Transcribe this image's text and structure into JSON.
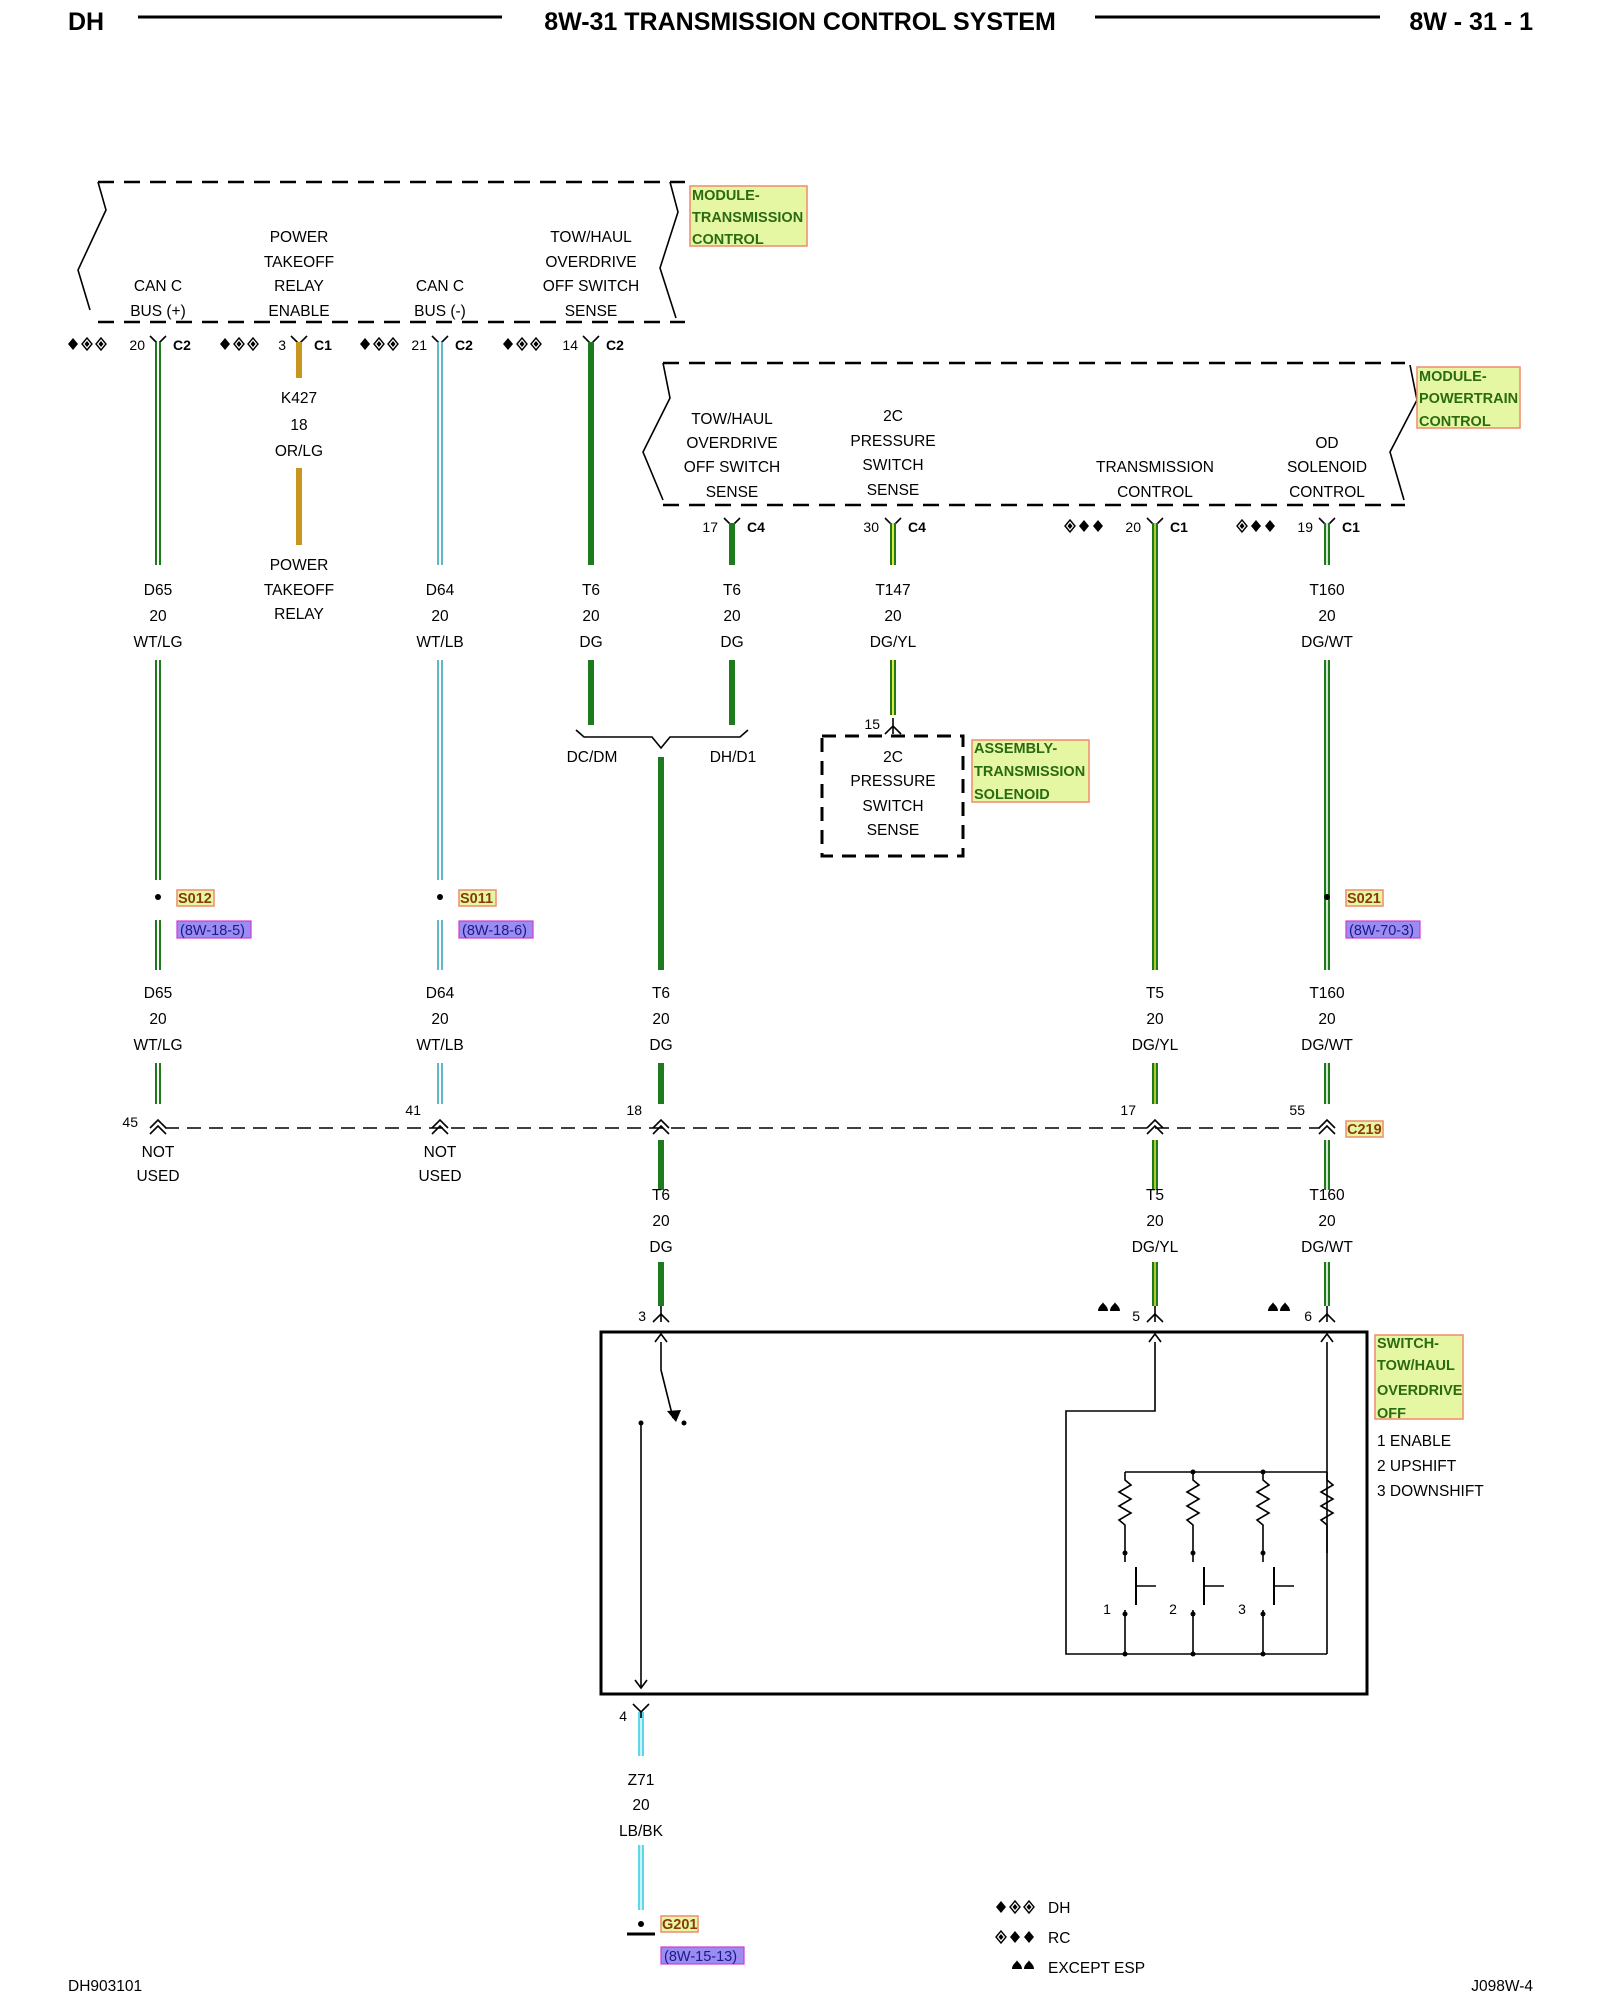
{
  "header": {
    "left": "DH",
    "title": "8W-31 TRANSMISSION CONTROL SYSTEM",
    "right": "8W - 31 - 1"
  },
  "modules": {
    "tcm": {
      "name": "MODULE-\nTRANSMISSION\nCONTROL",
      "name_lines": [
        "MODULE-",
        "TRANSMISSION",
        "CONTROL"
      ],
      "functions": [
        {
          "lines": [
            "CAN C",
            "BUS (+)"
          ],
          "pin": "20",
          "connector": "C2"
        },
        {
          "lines": [
            "POWER",
            "TAKEOFF",
            "RELAY",
            "ENABLE"
          ],
          "pin": "3",
          "connector": "C1"
        },
        {
          "lines": [
            "CAN C",
            "BUS (-)"
          ],
          "pin": "21",
          "connector": "C2"
        },
        {
          "lines": [
            "TOW/HAUL",
            "OVERDRIVE",
            "OFF SWITCH",
            "SENSE"
          ],
          "pin": "14",
          "connector": "C2"
        }
      ]
    },
    "pcm": {
      "name_lines": [
        "MODULE-",
        "POWERTRAIN",
        "CONTROL"
      ],
      "functions": [
        {
          "lines": [
            "TOW/HAUL",
            "OVERDRIVE",
            "OFF SWITCH",
            "SENSE"
          ],
          "pin": "17",
          "connector": "C4"
        },
        {
          "lines": [
            "2C",
            "PRESSURE",
            "SWITCH",
            "SENSE"
          ],
          "pin": "30",
          "connector": "C4"
        },
        {
          "lines": [
            "TRANSMISSION",
            "CONTROL"
          ],
          "pin": "20",
          "connector": "C1"
        },
        {
          "lines": [
            "OD",
            "SOLENOID",
            "CONTROL"
          ],
          "pin": "19",
          "connector": "C1"
        }
      ]
    },
    "solenoid": {
      "name_lines": [
        "ASSEMBLY-",
        "TRANSMISSION",
        "SOLENOID"
      ],
      "pin": "15",
      "lines": [
        "2C",
        "PRESSURE",
        "SWITCH",
        "SENSE"
      ]
    },
    "switch": {
      "name_lines": [
        "SWITCH-",
        "TOW/HAUL",
        "OVERDRIVE",
        "OFF"
      ],
      "legend": [
        "1 ENABLE",
        "2 UPSHIFT",
        "3 DOWNSHIFT"
      ],
      "pins": [
        "3",
        "5",
        "6",
        "4"
      ],
      "button_labels": [
        "1",
        "2",
        "3"
      ]
    }
  },
  "wires": {
    "d65_top": [
      "D65",
      "20",
      "WT/LG"
    ],
    "k427": [
      "K427",
      "18",
      "OR/LG"
    ],
    "relay": [
      "POWER",
      "TAKEOFF",
      "RELAY"
    ],
    "d64_top": [
      "D64",
      "20",
      "WT/LB"
    ],
    "t6_a": [
      "T6",
      "20",
      "DG"
    ],
    "t6_b": [
      "T6",
      "20",
      "DG"
    ],
    "t147": [
      "T147",
      "20",
      "DG/YL"
    ],
    "t160_top": [
      "T160",
      "20",
      "DG/WT"
    ],
    "d65_mid": [
      "D65",
      "20",
      "WT/LG"
    ],
    "d64_mid": [
      "D64",
      "20",
      "WT/LB"
    ],
    "t6_mid": [
      "T6",
      "20",
      "DG"
    ],
    "t5_mid": [
      "T5",
      "20",
      "DG/YL"
    ],
    "t160_mid": [
      "T160",
      "20",
      "DG/WT"
    ],
    "t6_bot": [
      "T6",
      "20",
      "DG"
    ],
    "t5_bot": [
      "T5",
      "20",
      "DG/YL"
    ],
    "t160_bot": [
      "T160",
      "20",
      "DG/WT"
    ],
    "z71": [
      "Z71",
      "20",
      "LB/BK"
    ]
  },
  "splice": {
    "left": "DC/DM",
    "right": "DH/D1"
  },
  "splices": [
    {
      "id": "S012",
      "ref": "(8W-18-5)"
    },
    {
      "id": "S011",
      "ref": "(8W-18-6)"
    },
    {
      "id": "S021",
      "ref": "(8W-70-3)"
    }
  ],
  "inline_connector": {
    "name": "C219",
    "pins": [
      "45",
      "41",
      "18",
      "17",
      "55"
    ],
    "not_used": [
      "NOT",
      "USED"
    ]
  },
  "ground": {
    "id": "G201",
    "ref": "(8W-15-13)"
  },
  "legend": [
    {
      "symbol": "dh-symbol",
      "label": "DH"
    },
    {
      "symbol": "rc-symbol",
      "label": "RC"
    },
    {
      "symbol": "except-esp-symbol",
      "label": "EXCEPT ESP"
    }
  ],
  "footer": {
    "left": "DH903101",
    "right": "J098W-4"
  },
  "colors": {
    "dark_green": "#1d7a1d",
    "light_green": "#6fd36f",
    "white": "#ffffff",
    "orange": "#c8961e",
    "light_blue": "#8ed8e8",
    "cyan": "#5fd7e8",
    "yellow": "#e6e63a",
    "tag_fill": "#e6f7a4",
    "ref_fill": "#9a8cf0"
  }
}
